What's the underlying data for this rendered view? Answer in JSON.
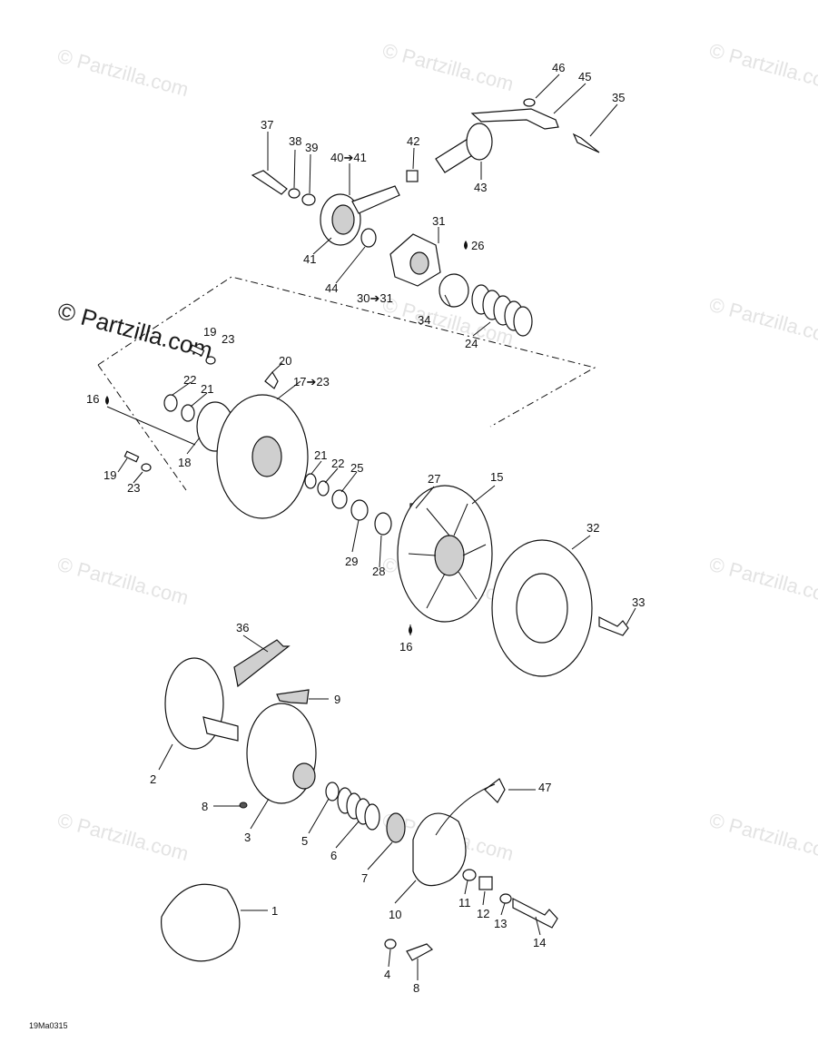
{
  "watermarks": {
    "text": "© Partzilla.com",
    "main_text": "© Partzilla.com"
  },
  "figure_code": "19Ma0315",
  "callouts": {
    "c1": "1",
    "c2": "2",
    "c3": "3",
    "c4": "4",
    "c5": "5",
    "c6": "6",
    "c7": "7",
    "c8a": "8",
    "c8b": "8",
    "c9": "9",
    "c10": "10",
    "c11": "11",
    "c12": "12",
    "c13": "13",
    "c14": "14",
    "c15": "15",
    "c16a": "16",
    "c16b": "16",
    "c17": "17➔23",
    "c18": "18",
    "c19a": "19",
    "c19b": "19",
    "c20": "20",
    "c21a": "21",
    "c21b": "21",
    "c22a": "22",
    "c22b": "22",
    "c23a": "23",
    "c23b": "23",
    "c24": "24",
    "c25": "25",
    "c26": "26",
    "c27": "27",
    "c28": "28",
    "c29": "29",
    "c30": "30➔31",
    "c31": "31",
    "c32": "32",
    "c33": "33",
    "c34": "34",
    "c35": "35",
    "c36": "36",
    "c37": "37",
    "c38": "38",
    "c39": "39",
    "c40": "40➔41",
    "c41": "41",
    "c42": "42",
    "c43": "43",
    "c44": "44",
    "c45": "45",
    "c46": "46",
    "c47": "47"
  },
  "icons": [
    "grease-drop-icon"
  ]
}
